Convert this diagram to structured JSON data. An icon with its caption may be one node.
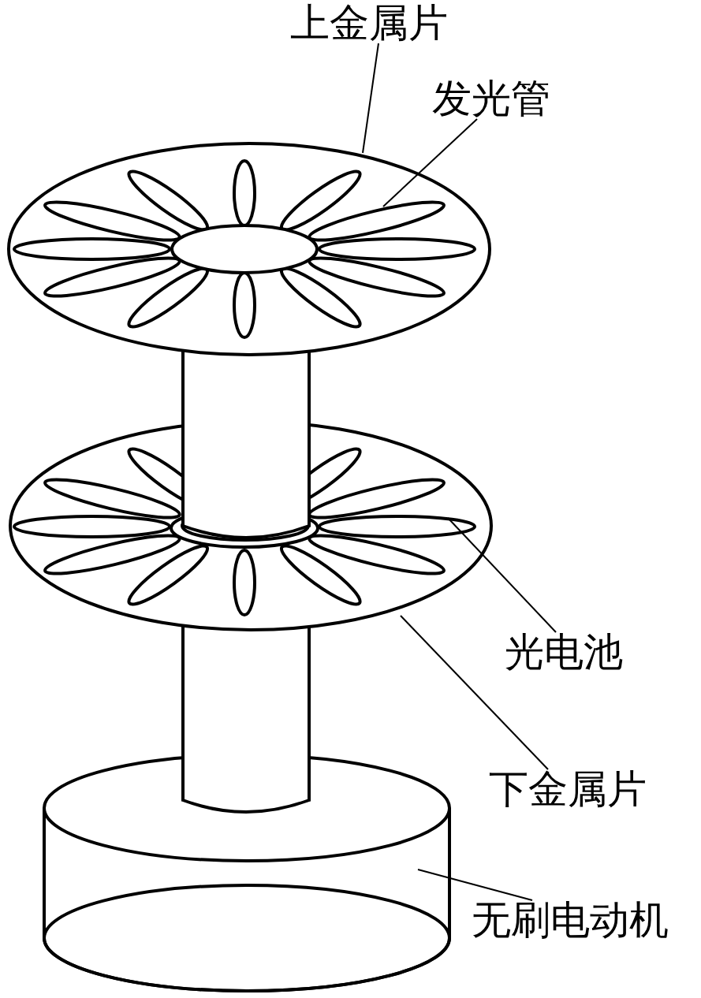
{
  "diagram": {
    "nodes": [
      {
        "text": [
          "上金属片"
        ]
      },
      {
        "text": [
          "发光管"
        ]
      },
      {
        "text": [
          "光电池"
        ]
      },
      {
        "text": [
          "下金属片"
        ]
      },
      {
        "text": [
          "无刷电动机"
        ]
      },
      {
        "text": [],
        "shape": "ellipse"
      },
      {
        "text": [],
        "shape": "ellipse",
        "in": 5
      },
      {
        "text": [],
        "shape": "ellipse",
        "in": 8
      },
      {
        "text": [],
        "shape": "ellipse"
      },
      {
        "text": [],
        "shape": "cylinder"
      }
    ],
    "edges": [
      {
        "from": 0,
        "to": 5,
        "arrow": "none"
      },
      {
        "from": 1,
        "to": 6,
        "arrow": "none"
      },
      {
        "from": 2,
        "to": 7,
        "arrow": "none"
      },
      {
        "from": 3,
        "to": 8,
        "arrow": "none"
      },
      {
        "from": 4,
        "to": 9,
        "arrow": "none"
      }
    ]
  }
}
